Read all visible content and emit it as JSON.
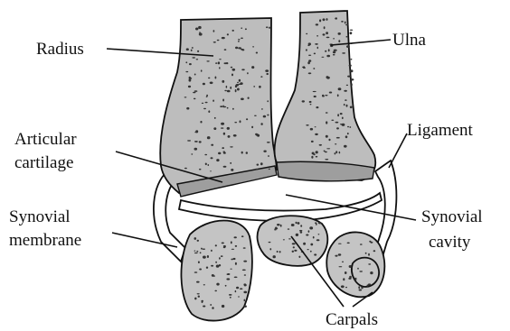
{
  "labels": {
    "radius": "Radius",
    "ulna": "Ulna",
    "articular_cartilage_1": "Articular",
    "articular_cartilage_2": "cartilage",
    "ligament": "Ligament",
    "synovial_membrane_1": "Synovial",
    "synovial_membrane_2": "membrane",
    "synovial_cavity_1": "Synovial",
    "synovial_cavity_2": "cavity",
    "carpals": "Carpals"
  },
  "colors": {
    "bone_fill": "#bdbdbd",
    "cartilage_fill": "#9e9e9e",
    "outline": "#111111"
  }
}
